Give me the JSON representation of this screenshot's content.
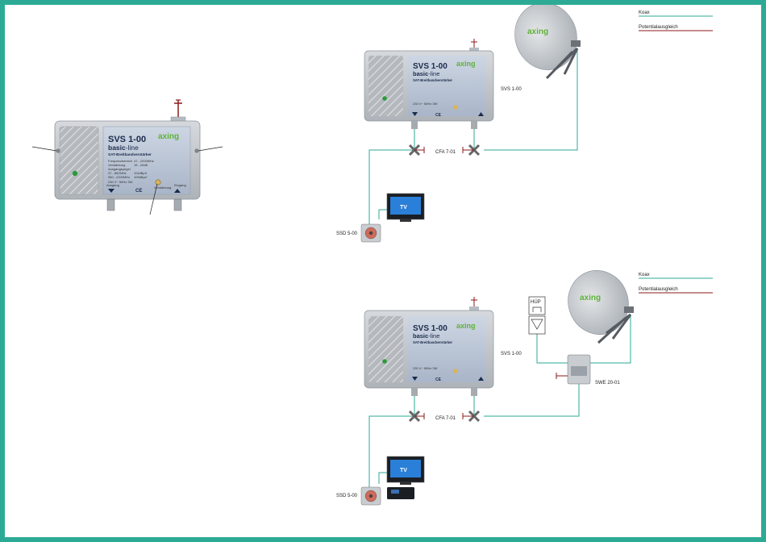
{
  "device": {
    "model": "SVS 1-00",
    "line_bold": "basic",
    "line_suffix": "-line",
    "subtitle": "SAT-Breitbandverstärker",
    "brand": "axing",
    "out_label": "Ausgang",
    "in_label": "Eingang",
    "ce": "CE",
    "gain_label": "Verstärkung",
    "power": "230 V~ 50Hz 3W",
    "specs_left": [
      "Frequenzbereich",
      "Verstärkung",
      "Ausgangspegel",
      "47...862MHz",
      "950...2200MHz"
    ],
    "specs_right": [
      "47...2200MHz",
      "15...20dB",
      "",
      "113dBµV",
      "109dBµV"
    ]
  },
  "legend": {
    "coax": "Koax",
    "ground": "Potentialausgleich",
    "coax_color": "#2daa95",
    "ground_color": "#8b1a1a"
  },
  "labels": {
    "svs": "SVS 1-00",
    "cfa": "CFA 7-01",
    "ssd": "SSD 5-00",
    "swe": "SWE 20-01",
    "tv": "TV",
    "huep": "HÜP"
  },
  "colors": {
    "frame": "#2daa95",
    "device_gray": "#c7cbd0",
    "device_dark": "#9aa0a6",
    "label_panel": "#b9c4d6",
    "brand_green": "#5fb13a",
    "ground": "#8b1a1a"
  }
}
